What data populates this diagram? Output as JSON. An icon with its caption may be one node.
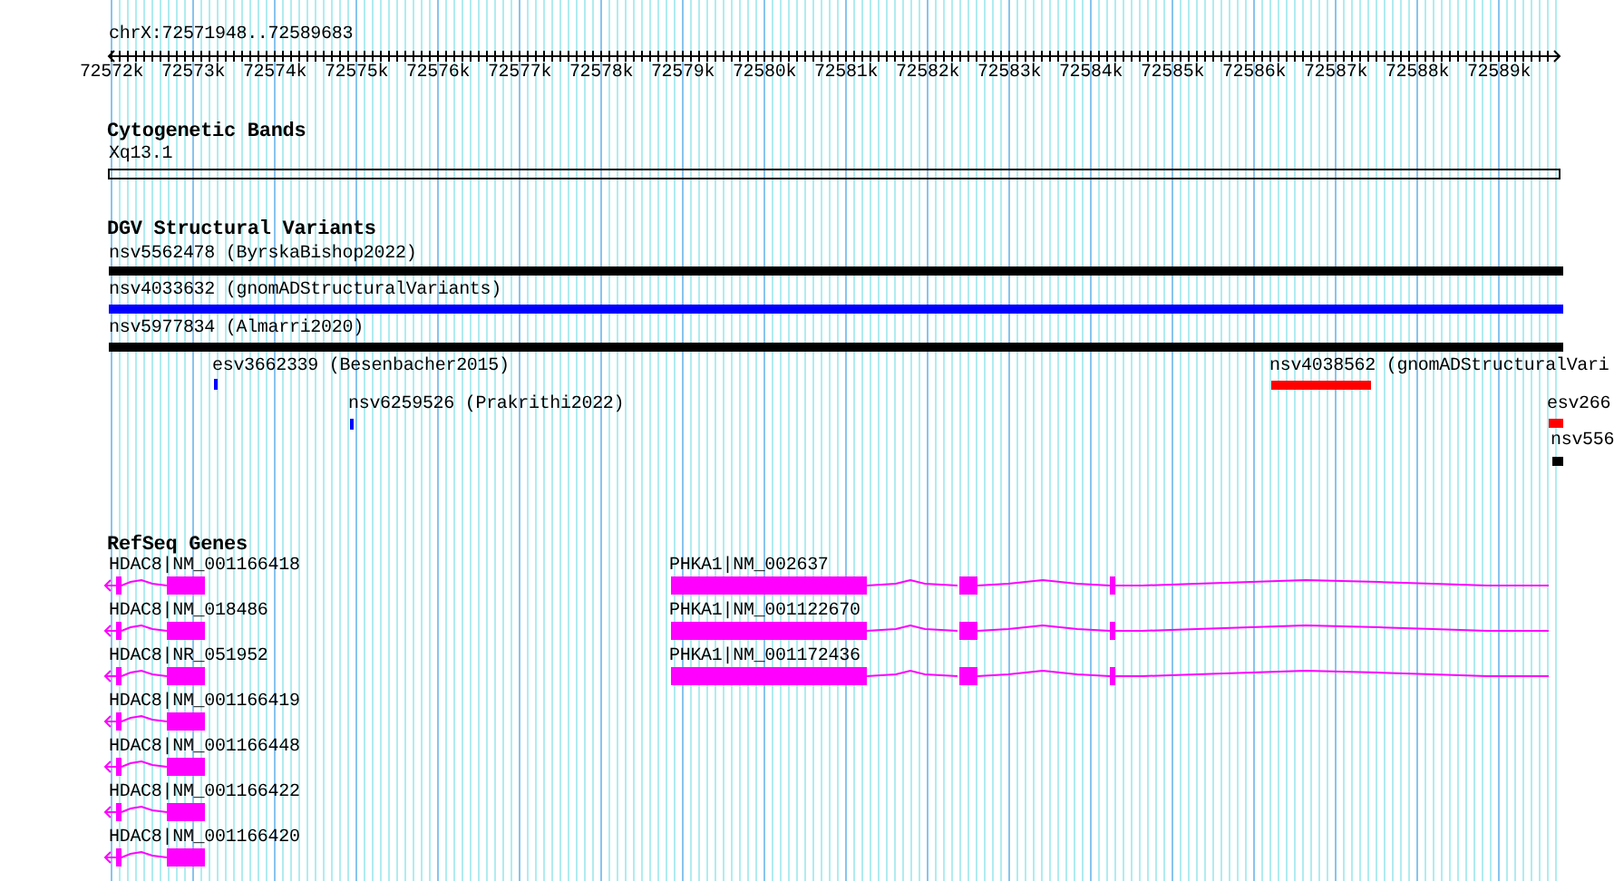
{
  "diagram": {
    "labels": [
      "chrX:72571948..72589683",
      "72572k",
      "72573k",
      "72574k",
      "72575k",
      "72576k",
      "72577k",
      "72578k",
      "72579k",
      "72580k",
      "72581k",
      "72582k",
      "72583k",
      "72584k",
      "72585k",
      "72586k",
      "72587k",
      "72588k",
      "72589k",
      "Cytogenetic Bands",
      "Xq13.1",
      "DGV Structural Variants",
      "nsv5562478 (ByrskaBishop2022)",
      "nsv4033632 (gnomADStructuralVariants)",
      "nsv5977834 (Almarri2020)",
      "esv3662339 (Besenbacher2015)",
      "nsv4038562 (gnomADStructuralVari",
      "nsv6259526 (Prakrithi2022)",
      "esv266",
      "nsv556",
      "RefSeq Genes",
      "HDAC8|NM_001166418",
      "PHKA1|NM_002637",
      "HDAC8|NM_018486",
      "PHKA1|NM_001122670",
      "HDAC8|NR_051952",
      "PHKA1|NM_001172436",
      "HDAC8|NM_001166419",
      "HDAC8|NM_001166448",
      "HDAC8|NM_001166422",
      "HDAC8|NM_001166420"
    ]
  }
}
